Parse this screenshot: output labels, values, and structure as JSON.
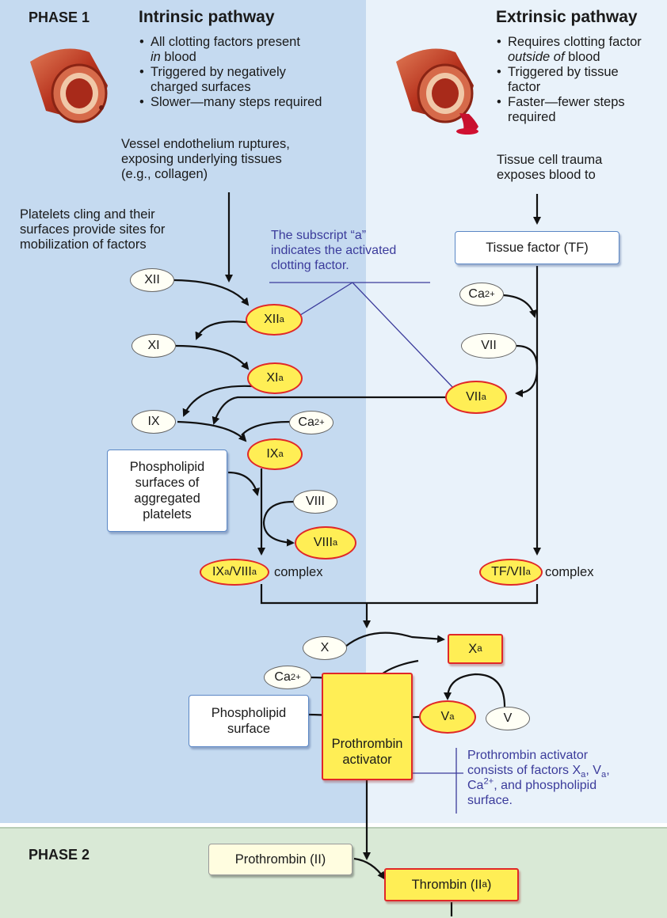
{
  "phase1": {
    "label": "PHASE 1",
    "intrinsic": {
      "title": "Intrinsic pathway",
      "bullets": [
        {
          "text": "All clotting factors present"
        },
        {
          "pre": "",
          "em": "in",
          "post": " blood",
          "cont": true
        },
        {
          "text": "Triggered by negatively"
        },
        {
          "text": "charged surfaces",
          "cont": true
        },
        {
          "text": "Slower—many steps required"
        }
      ],
      "trigger_text": [
        "Vessel endothelium ruptures,",
        "exposing underlying tissues",
        "(e.g., collagen)"
      ],
      "platelets_text": [
        "Platelets cling and their",
        "surfaces provide sites for",
        "mobilization of factors"
      ],
      "phospholipid_box": [
        "Phospholipid",
        "surfaces of",
        "aggregated",
        "platelets"
      ],
      "complex_label": "complex"
    },
    "extrinsic": {
      "title": "Extrinsic pathway",
      "bullets": [
        {
          "text": "Requires clotting factor"
        },
        {
          "em": "outside of",
          "post": " blood",
          "cont": true
        },
        {
          "text": "Triggered by tissue"
        },
        {
          "text": "factor",
          "cont": true
        },
        {
          "text": "Faster—fewer steps"
        },
        {
          "text": "required",
          "cont": true
        }
      ],
      "trigger_text": [
        "Tissue cell trauma",
        "exposes blood to"
      ],
      "tissue_factor_box": "Tissue factor (TF)",
      "complex_label": "complex"
    },
    "subscript_note": [
      "The subscript “a”",
      "indicates the activated",
      "clotting factor."
    ],
    "common": {
      "phospholipid_surface": [
        "Phospholipid",
        "surface"
      ],
      "prothrombin_activator": [
        "Prothrombin",
        "activator"
      ],
      "activator_note": [
        "Prothrombin activator",
        "consists of factors X",
        ", V",
        "Ca",
        ", and phospholipid",
        "surface."
      ]
    }
  },
  "phase2": {
    "label": "PHASE 2",
    "prothrombin": "Prothrombin (II)",
    "thrombin": "Thrombin (II",
    "thrombin_close": ")"
  },
  "factors": {
    "XII": "XII",
    "XI": "XI",
    "IX": "IX",
    "VII": "VII",
    "VIII": "VIII",
    "X": "X",
    "V": "V",
    "Ca": "Ca",
    "charge": "2+",
    "a": "a",
    "IXa_VIIIa_1": "IX",
    "IXa_VIIIa_2": "/VIII",
    "TF_VIIa": "TF/VII"
  },
  "colors": {
    "intrinsic_bg": "#c5daf0",
    "extrinsic_bg": "#e9f2fa",
    "phase2_bg": "#d9e9d6",
    "active_fill": "#ffee55",
    "active_border": "#e02828",
    "note_text": "#3b3b9b"
  }
}
